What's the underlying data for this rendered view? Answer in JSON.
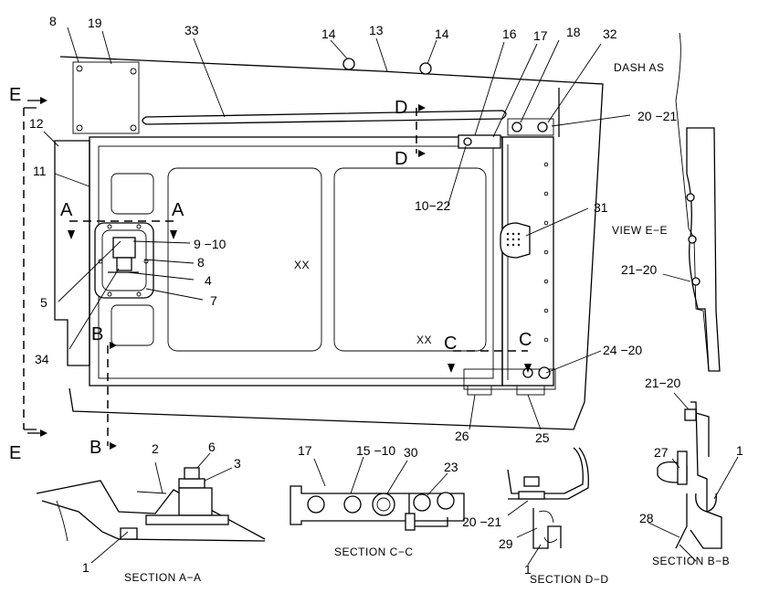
{
  "callouts": {
    "c8_top": "8",
    "c19": "19",
    "c33": "33",
    "c14a": "14",
    "c13": "13",
    "c14b": "14",
    "c16": "16",
    "c17_top": "17",
    "c18": "18",
    "c32": "32",
    "c12": "12",
    "c11": "11",
    "c20_21_top": "20 −21",
    "c10_22": "10−22",
    "c31": "31",
    "c9_10": "9 −10",
    "c8_mid": "8",
    "c4": "4",
    "c7": "7",
    "c5": "5",
    "c34": "34",
    "c24_20": "24 −20",
    "c26": "26",
    "c25": "25",
    "c21_20_view": "21−20",
    "c2": "2",
    "c6": "6",
    "c3": "3",
    "c1_aa": "1",
    "c17_cc": "17",
    "c15_10": "15 −10",
    "c30": "30",
    "c23": "23",
    "c20_21_dd": "20 −21",
    "c29": "29",
    "c1_dd": "1",
    "c21_20_bb": "21−20",
    "c27": "27",
    "c1_bb": "1",
    "c28": "28",
    "xx1": "XX",
    "xx2": "XX"
  },
  "section_marks": {
    "e_top": "E",
    "e_bottom": "E",
    "a_left": "A",
    "a_right": "A",
    "b_top": "B",
    "b_bottom": "B",
    "c_left": "C",
    "c_right": "C",
    "d_top": "D",
    "d_bottom": "D"
  },
  "captions": {
    "dash_as": "DASH AS",
    "view_e": "VIEW E−E",
    "section_aa": "SECTION A−A",
    "section_cc": "SECTION C−C",
    "section_dd": "SECTION D−D",
    "section_bb": "SECTION B−B"
  }
}
